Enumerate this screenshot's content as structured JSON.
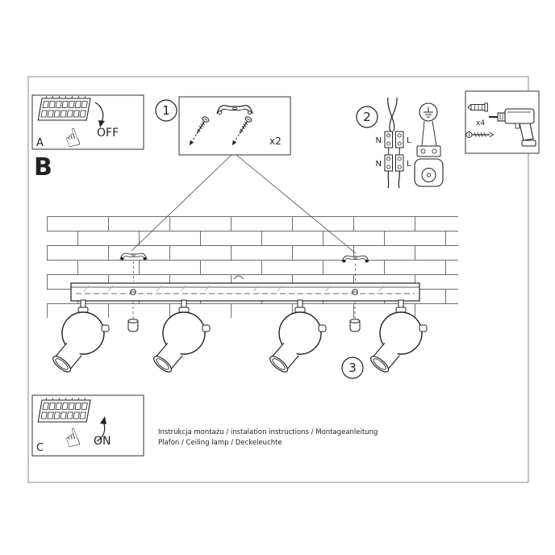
{
  "page": {
    "background": "#ffffff",
    "ink_color": "#222222",
    "brick_color": "#6f6f6f"
  },
  "panel_a": {
    "label": "A",
    "switch_state": "OFF"
  },
  "section_label": "B",
  "step1": {
    "number": "1",
    "quantity_note": "x2"
  },
  "step2": {
    "number": "2",
    "wire_labels": {
      "top_left": "N",
      "top_right": "L",
      "bottom_left": "N",
      "bottom_right": "L"
    }
  },
  "step3": {
    "number": "3"
  },
  "hardware_box": {
    "plug_quantity": "x4"
  },
  "panel_c": {
    "label": "C",
    "switch_state": "ON"
  },
  "footer": {
    "line1": "Instrukcja montażu / instalation instructions / Montageanleitung",
    "line2": "Plafon / Ceiling lamp / Deckeleuchte"
  },
  "icons": {
    "hand_pressing": "☝"
  }
}
